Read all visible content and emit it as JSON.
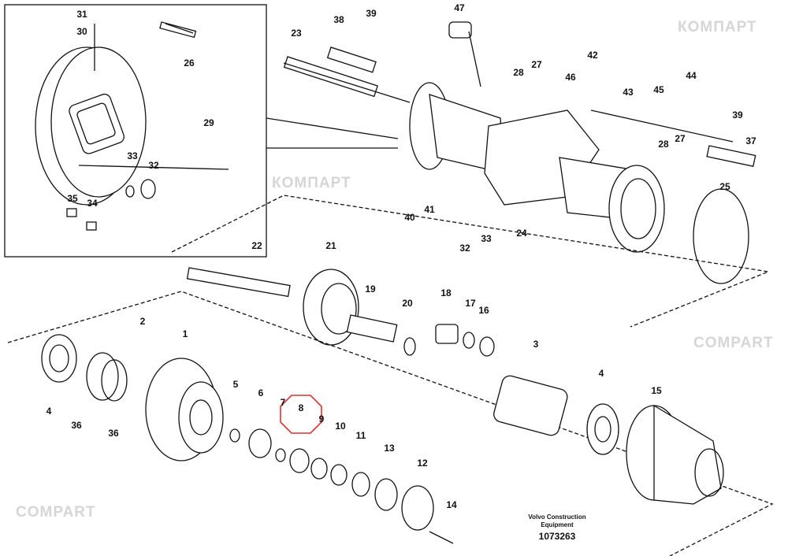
{
  "watermarks": [
    "КОМПАРТ",
    "COMPART"
  ],
  "callouts": [
    "31",
    "30",
    "26",
    "29",
    "33",
    "32",
    "35",
    "34",
    "23",
    "38",
    "39",
    "47",
    "42",
    "44",
    "28",
    "27",
    "46",
    "43",
    "45",
    "39",
    "37",
    "28",
    "27",
    "25",
    "40",
    "41",
    "32",
    "33",
    "24",
    "22",
    "21",
    "19",
    "20",
    "18",
    "17",
    "16",
    "3",
    "2",
    "1",
    "4",
    "15",
    "5",
    "6",
    "7",
    "8",
    "9",
    "10",
    "11",
    "13",
    "12",
    "14",
    "4",
    "36",
    "36"
  ],
  "highlighted_callout": "8",
  "credit": {
    "line1": "Volvo Construction",
    "line2": "Equipment",
    "code": "1073263"
  },
  "colors": {
    "line": "#111111",
    "highlight": "#e03030",
    "watermark": "#e4e4e4"
  }
}
